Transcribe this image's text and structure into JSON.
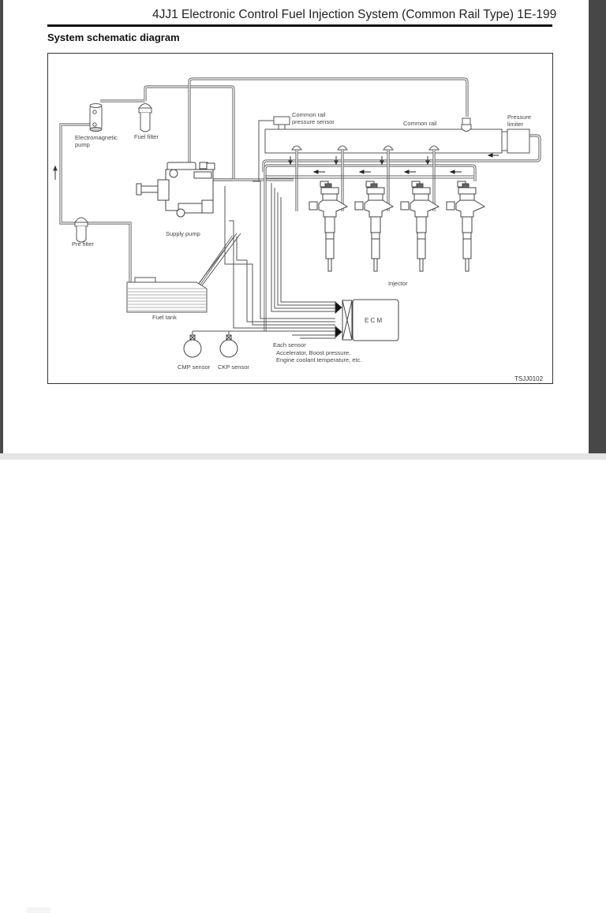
{
  "page": {
    "header": "4JJ1 Electronic Control Fuel Injection System (Common Rail Type) 1E-199",
    "section_title": "System schematic diagram",
    "figure_code": "TSJJ0102"
  },
  "diagram": {
    "labels": {
      "electromagnetic_pump": [
        "Electromagnetic",
        "pump"
      ],
      "fuel_filter": "Fuel filter",
      "supply_pump": "Supply pump",
      "pre_filter": "Pre filter",
      "fuel_tank": "Fuel tank",
      "common_rail_pressure_sensor": [
        "Common rail",
        "pressure sensor"
      ],
      "common_rail": "Common rail",
      "pressure_limiter": [
        "Pressure",
        "limiter"
      ],
      "injector": "Injector",
      "ecm": "E C M",
      "each_sensor": "Each sensor",
      "each_sensor_detail": [
        "Accelerator, Boost pressure,",
        "Engine coolant temperature, etc."
      ],
      "cmp_sensor": "CMP sensor",
      "ckp_sensor": "CKP sensor"
    },
    "injector_count": 4,
    "colors": {
      "line": "#555555",
      "frame": "#4a4a4a"
    }
  }
}
